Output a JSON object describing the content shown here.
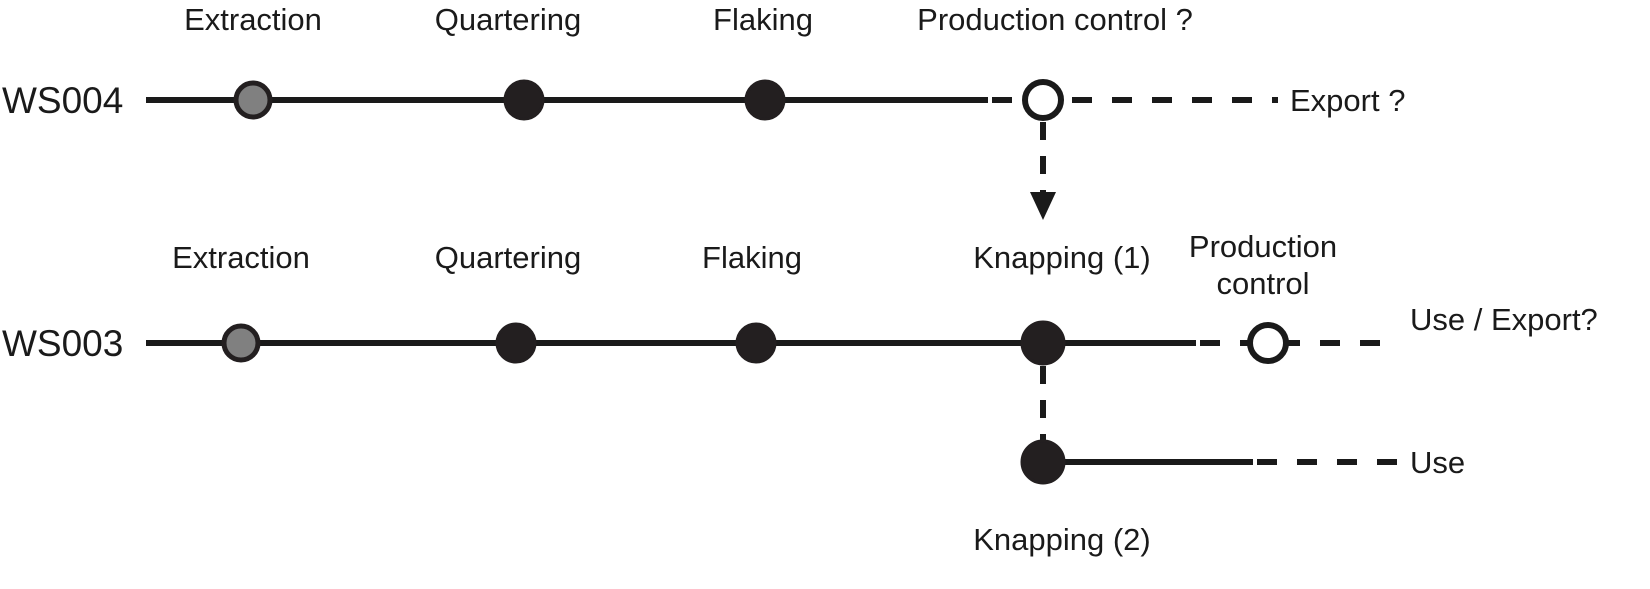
{
  "diagram": {
    "type": "chaine-operatoire-flow",
    "background": "#ffffff",
    "stroke_color": "#1a1a1a",
    "node_fill_solid": "#231f20",
    "node_fill_grey": "#808080",
    "node_fill_open": "#ffffff"
  },
  "rows": [
    {
      "id": "ws004",
      "row_label": "WS004",
      "stages": [
        {
          "label": "Extraction",
          "node": "grey"
        },
        {
          "label": "Quartering",
          "node": "solid"
        },
        {
          "label": "Flaking",
          "node": "solid"
        },
        {
          "label": "Production control ?",
          "node": "open"
        }
      ],
      "terminal_label": "Export ?"
    },
    {
      "id": "ws003",
      "row_label": "WS003",
      "stages": [
        {
          "label": "Extraction",
          "node": "grey"
        },
        {
          "label": "Quartering",
          "node": "solid"
        },
        {
          "label": "Flaking",
          "node": "solid"
        },
        {
          "label": "Knapping (1)",
          "node": "solid"
        },
        {
          "label": "Production control",
          "node": "open"
        }
      ],
      "terminal_label": "Use / Export?"
    }
  ],
  "branch": {
    "label": "Knapping (2)",
    "node": "solid",
    "terminal_label": "Use"
  },
  "connectors": [
    {
      "from": "ws004.production-control",
      "to": "ws003.knapping-1",
      "style": "dashed",
      "arrow": "true"
    },
    {
      "from": "ws003.knapping-1",
      "to": "branch.knapping-2",
      "style": "dashed",
      "arrow": "false"
    }
  ],
  "labels": {
    "production_control_line1": "Production",
    "production_control_line2": "control"
  }
}
